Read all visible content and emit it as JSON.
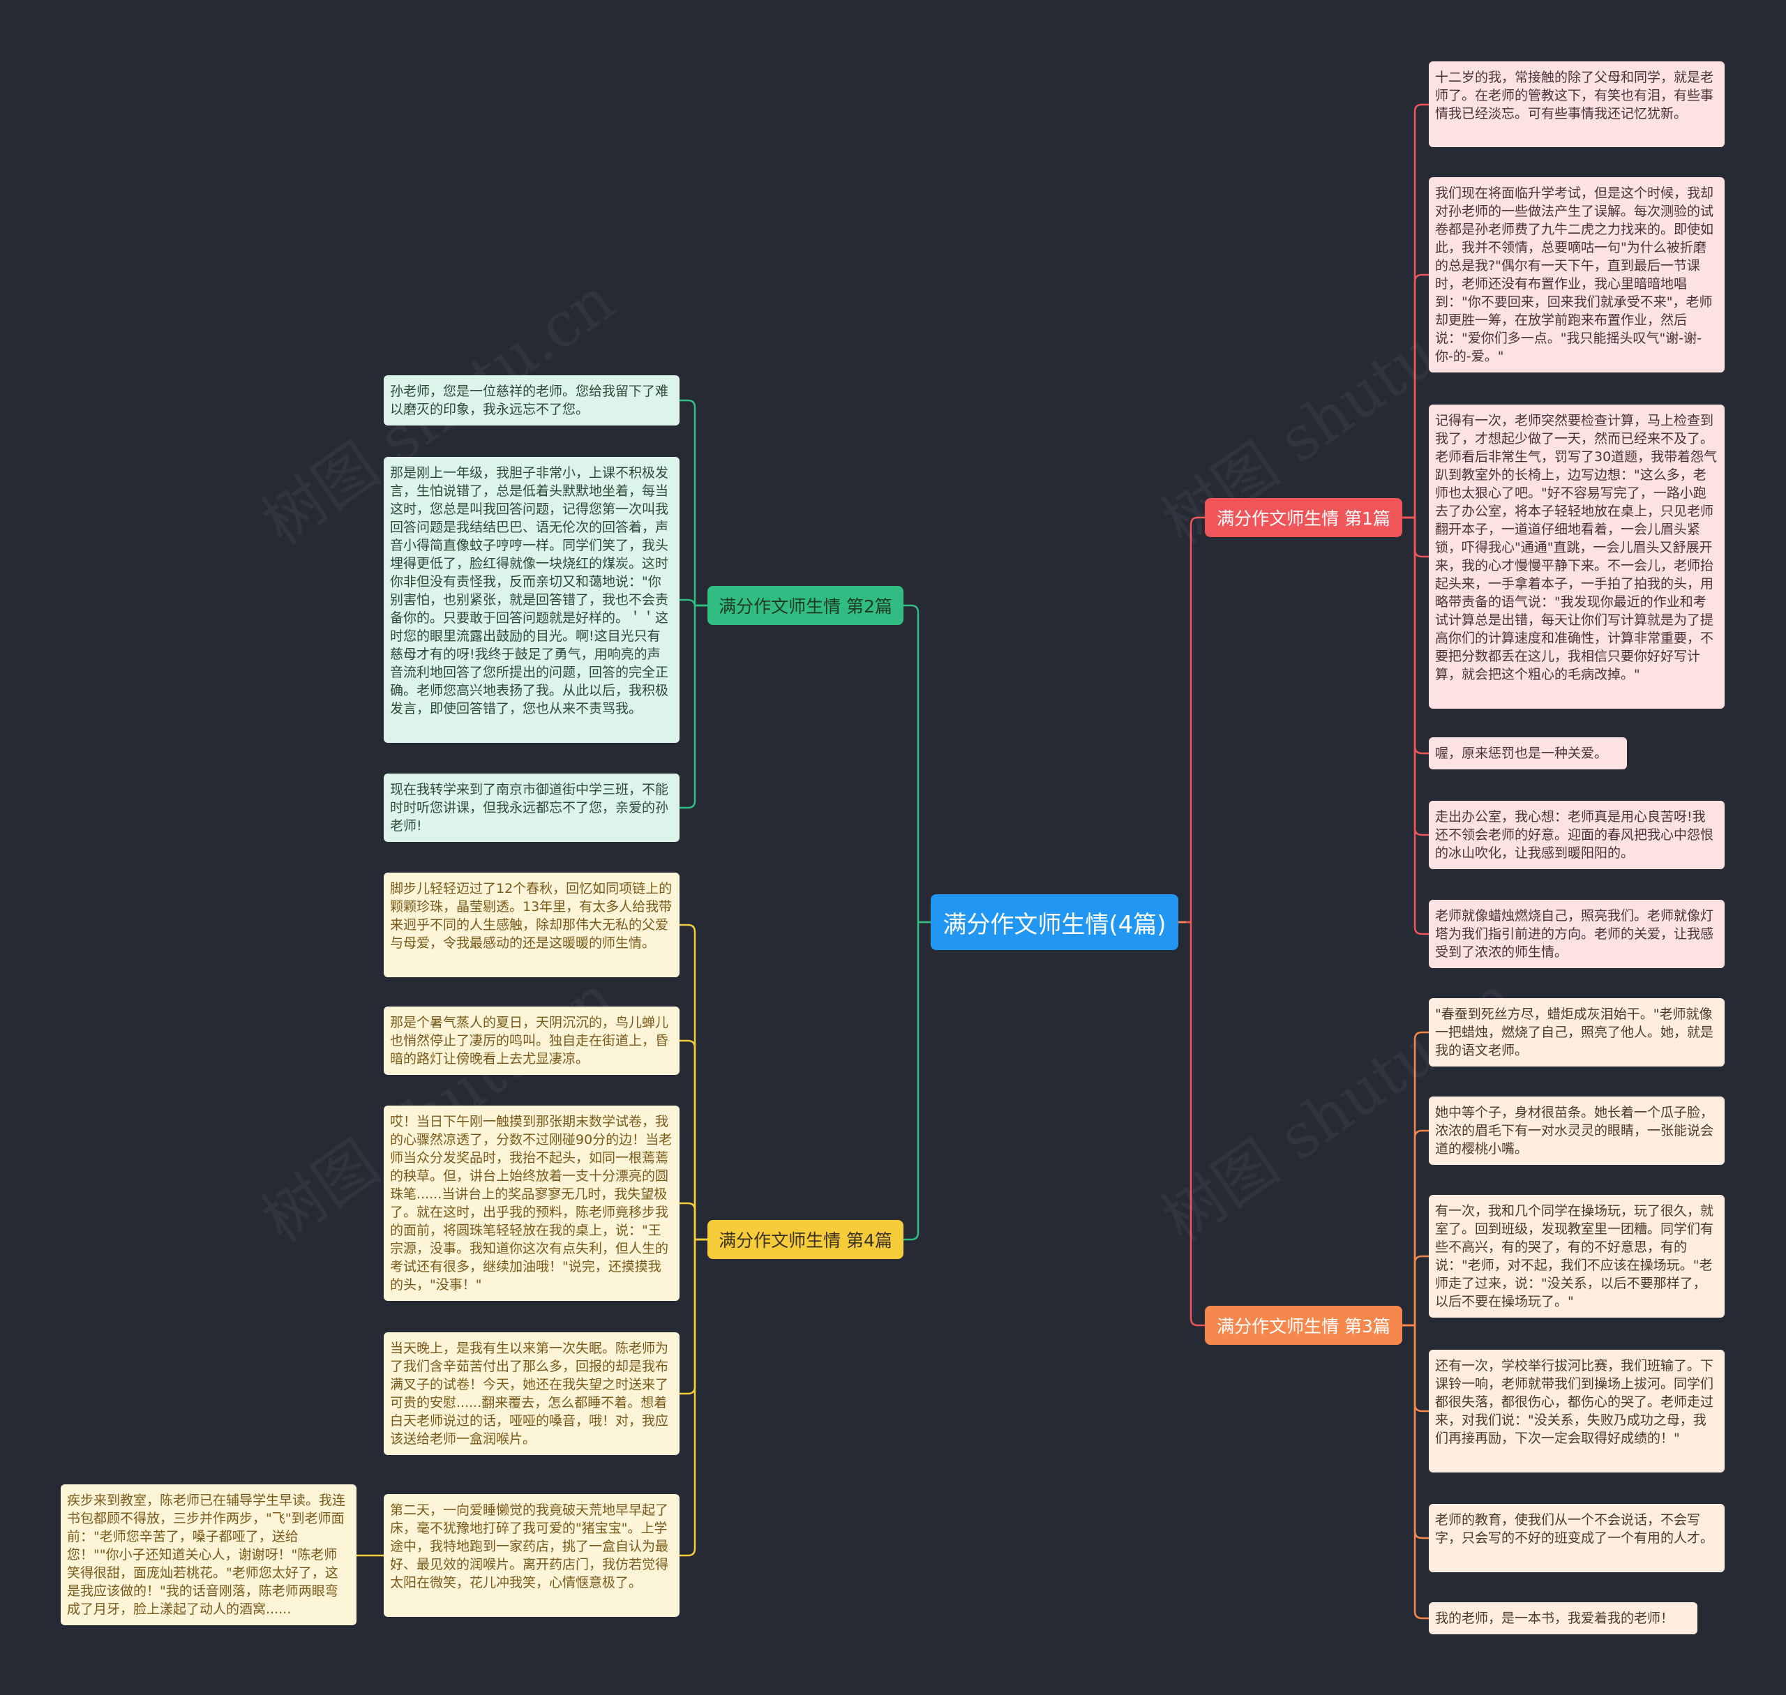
{
  "root": {
    "label": "满分作文师生情(4篇)"
  },
  "colors": {
    "background": "#262a35",
    "root": "#2196f3",
    "branch1": "#f0555a",
    "branch2": "#31bd81",
    "branch3": "#f6884d",
    "branch4": "#f7cc3b"
  },
  "watermark": "树图 shutu.cn",
  "branches": {
    "b1": {
      "label": "满分作文师生情 第1篇",
      "leaves": [
        "十二岁的我，常接触的除了父母和同学，就是老师了。在老师的管教这下，有笑也有泪，有些事情我已经淡忘。可有些事情我还记忆犹新。",
        "我们现在将面临升学考试，但是这个时候，我却对孙老师的一些做法产生了误解。每次测验的试卷都是孙老师费了九牛二虎之力找来的。即使如此，我并不领情，总要嘀咕一句\"为什么被折磨的总是我?\"偶尔有一天下午，直到最后一节课时，老师还没有布置作业，我心里暗暗地唱到：\"你不要回来，回来我们就承受不来\"，老师却更胜一筹，在放学前跑来布置作业，然后说：\"爱你们多一点。\"我只能摇头叹气\"谢-谢-你-的-爱。\"",
        "记得有一次，老师突然要检查计算，马上检查到我了，才想起少做了一天，然而已经来不及了。老师看后非常生气，罚写了30道题，我带着怨气趴到教室外的长椅上，边写边想：\"这么多，老师也太狠心了吧。\"好不容易写完了，一路小跑去了办公室，将本子轻轻地放在桌上，只见老师翻开本子，一道道仔细地看着，一会儿眉头紧锁，吓得我心\"通通\"直跳，一会儿眉头又舒展开来，我的心才慢慢平静下来。不一会儿，老师抬起头来，一手拿着本子，一手拍了拍我的头，用略带责备的语气说：\"我发现你最近的作业和考试计算总是出错，每天让你们写计算就是为了提高你们的计算速度和准确性，计算非常重要，不要把分数都丢在这儿，我相信只要你好好写计算，就会把这个粗心的毛病改掉。\"",
        "喔，原来惩罚也是一种关爱。",
        "走出办公室，我心想：老师真是用心良苦呀!我还不领会老师的好意。迎面的春风把我心中怨恨的冰山吹化，让我感到暖阳阳的。",
        "老师就像蜡烛燃烧自己，照亮我们。老师就像灯塔为我们指引前进的方向。老师的关爱，让我感受到了浓浓的师生情。"
      ]
    },
    "b3": {
      "label": "满分作文师生情 第3篇",
      "leaves": [
        "\"春蚕到死丝方尽，蜡炬成灰泪始干。\"老师就像一把蜡烛，燃烧了自己，照亮了他人。她，就是我的语文老师。",
        "她中等个子，身材很苗条。她长着一个瓜子脸，浓浓的眉毛下有一对水灵灵的眼睛，一张能说会道的樱桃小嘴。",
        "有一次，我和几个同学在操场玩，玩了很久，就室了。回到班级，发现教室里一团糟。同学们有些不高兴，有的哭了，有的不好意思，有的说：\"老师，对不起，我们不应该在操场玩。\"老师走了过来，说：\"没关系，以后不要那样了，以后不要在操场玩了。\"",
        "还有一次，学校举行拔河比赛，我们班输了。下课铃一响，老师就带我们到操场上拔河。同学们都很失落，都很伤心，都伤心的哭了。老师走过来，对我们说：\"没关系，失败乃成功之母，我们再接再励，下次一定会取得好成绩的！\"",
        "老师的教育，使我们从一个不会说话，不会写字，只会写的不好的班变成了一个有用的人才。",
        "我的老师，是一本书，我爱着我的老师！"
      ]
    },
    "b2": {
      "label": "满分作文师生情 第2篇",
      "leaves": [
        "孙老师，您是一位慈祥的老师。您给我留下了难以磨灭的印象，我永远忘不了您。",
        "那是刚上一年级，我胆子非常小，上课不积极发言，生怕说错了，总是低着头默默地坐着，每当这时，您总是叫我回答问题，记得您第一次叫我回答问题是我结结巴巴、语无伦次的回答着，声音小得简直像蚊子哼哼一样。同学们笑了，我头埋得更低了，脸红得就像一块烧红的煤炭。这时你非但没有责怪我，反而亲切又和蔼地说：\"你别害怕，也别紧张，就是回答错了，我也不会责备你的。只要敢于回答问题就是好样的。＇＇这时您的眼里流露出鼓励的目光。啊!这目光只有慈母才有的呀!我终于鼓足了勇气，用响亮的声音流利地回答了您所提出的问题，回答的完全正确。老师您高兴地表扬了我。从此以后，我积极发言，即使回答错了，您也从来不责骂我。",
        "现在我转学来到了南京市御道街中学三班，不能时时听您讲课，但我永远都忘不了您，亲爱的孙老师!"
      ]
    },
    "b4": {
      "label": "满分作文师生情 第4篇",
      "leaves": [
        "脚步儿轻轻迈过了12个春秋，回忆如同项链上的颗颗珍珠，晶莹剔透。13年里，有太多人给我带来迥乎不同的人生感触，除却那伟大无私的父爱与母爱，令我最感动的还是这暖暖的师生情。",
        "那是个暑气蒸人的夏日，天阴沉沉的，鸟儿蝉儿也悄然停止了凄厉的鸣叫。独自走在街道上，昏暗的路灯让傍晚看上去尤显凄凉。",
        "哎！当日下午刚一触摸到那张期末数学试卷，我的心骤然凉透了，分数不过刚碰90分的边！当老师当众分发奖品时，我抬不起头，如同一根蔫蔫的秧草。但，讲台上始终放着一支十分漂亮的圆珠笔......当讲台上的奖品寥寥无几时，我失望极了。就在这时，出乎我的预料，陈老师竟移步我的面前，将圆珠笔轻轻放在我的桌上，说：\"王宗源，没事。我知道你这次有点失利，但人生的考试还有很多，继续加油哦！\"说完，还摸摸我的头，\"没事！\"",
        "当天晚上，是我有生以来第一次失眠。陈老师为了我们含辛茹苦付出了那么多，回报的却是我布满叉子的试卷！今天，她还在我失望之时送来了可贵的安慰......翻来覆去，怎么都睡不着。想着白天老师说过的话，哑哑的嗓音，哦！对，我应该送给老师一盒润喉片。",
        "第二天，一向爱睡懒觉的我竟破天荒地早早起了床，毫不犹豫地打碎了我可爱的\"猪宝宝\"。上学途中，我特地跑到一家药店，挑了一盒自认为最好、最见效的润喉片。离开药店门，我仿若觉得太阳在微笑，花儿冲我笑，心情惬意极了。",
        "疾步来到教室，陈老师已在辅导学生早读。我连书包都顾不得放，三步并作两步，\"飞\"到老师面前：\"老师您辛苦了，嗓子都哑了，送给您！\"\"你小子还知道关心人，谢谢呀！\"陈老师笑得很甜，面庞灿若桃花。\"老师您太好了，这是我应该做的！\"我的话音刚落，陈老师两眼弯成了月牙，脸上漾起了动人的酒窝......"
      ]
    }
  }
}
